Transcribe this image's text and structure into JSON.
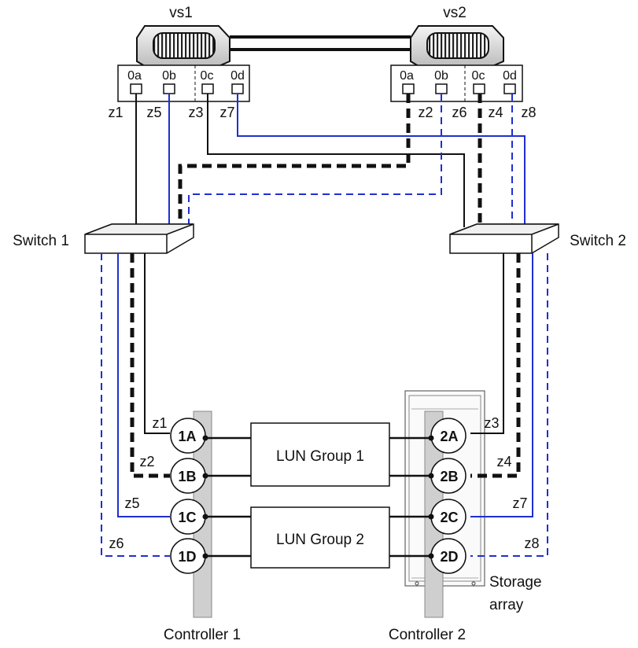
{
  "servers": [
    {
      "id": "vs1",
      "label": "vs1",
      "ports": [
        "0a",
        "0b",
        "0c",
        "0d"
      ]
    },
    {
      "id": "vs2",
      "label": "vs2",
      "ports": [
        "0a",
        "0b",
        "0c",
        "0d"
      ]
    }
  ],
  "switches": [
    {
      "id": "switch1",
      "label": "Switch 1"
    },
    {
      "id": "switch2",
      "label": "Switch 2"
    }
  ],
  "zones": {
    "top": [
      "z1",
      "z5",
      "z3",
      "z7",
      "z2",
      "z6",
      "z4",
      "z8"
    ],
    "bottom": {
      "z1": "z1",
      "z2": "z2",
      "z5": "z5",
      "z6": "z6",
      "z3": "z3",
      "z4": "z4",
      "z7": "z7",
      "z8": "z8"
    }
  },
  "controllers": [
    {
      "id": "controller1",
      "label": "Controller 1",
      "ports": [
        "1A",
        "1B",
        "1C",
        "1D"
      ]
    },
    {
      "id": "controller2",
      "label": "Controller 2",
      "ports": [
        "2A",
        "2B",
        "2C",
        "2D"
      ]
    }
  ],
  "lun_groups": [
    {
      "id": "lun1",
      "label": "LUN Group 1"
    },
    {
      "id": "lun2",
      "label": "LUN Group 2"
    }
  ],
  "storage_array": {
    "line1": "Storage",
    "line2": "array"
  },
  "colors": {
    "blue": "#1f2fd0",
    "black": "#111111",
    "controller_bar": "#cfcfcf"
  }
}
